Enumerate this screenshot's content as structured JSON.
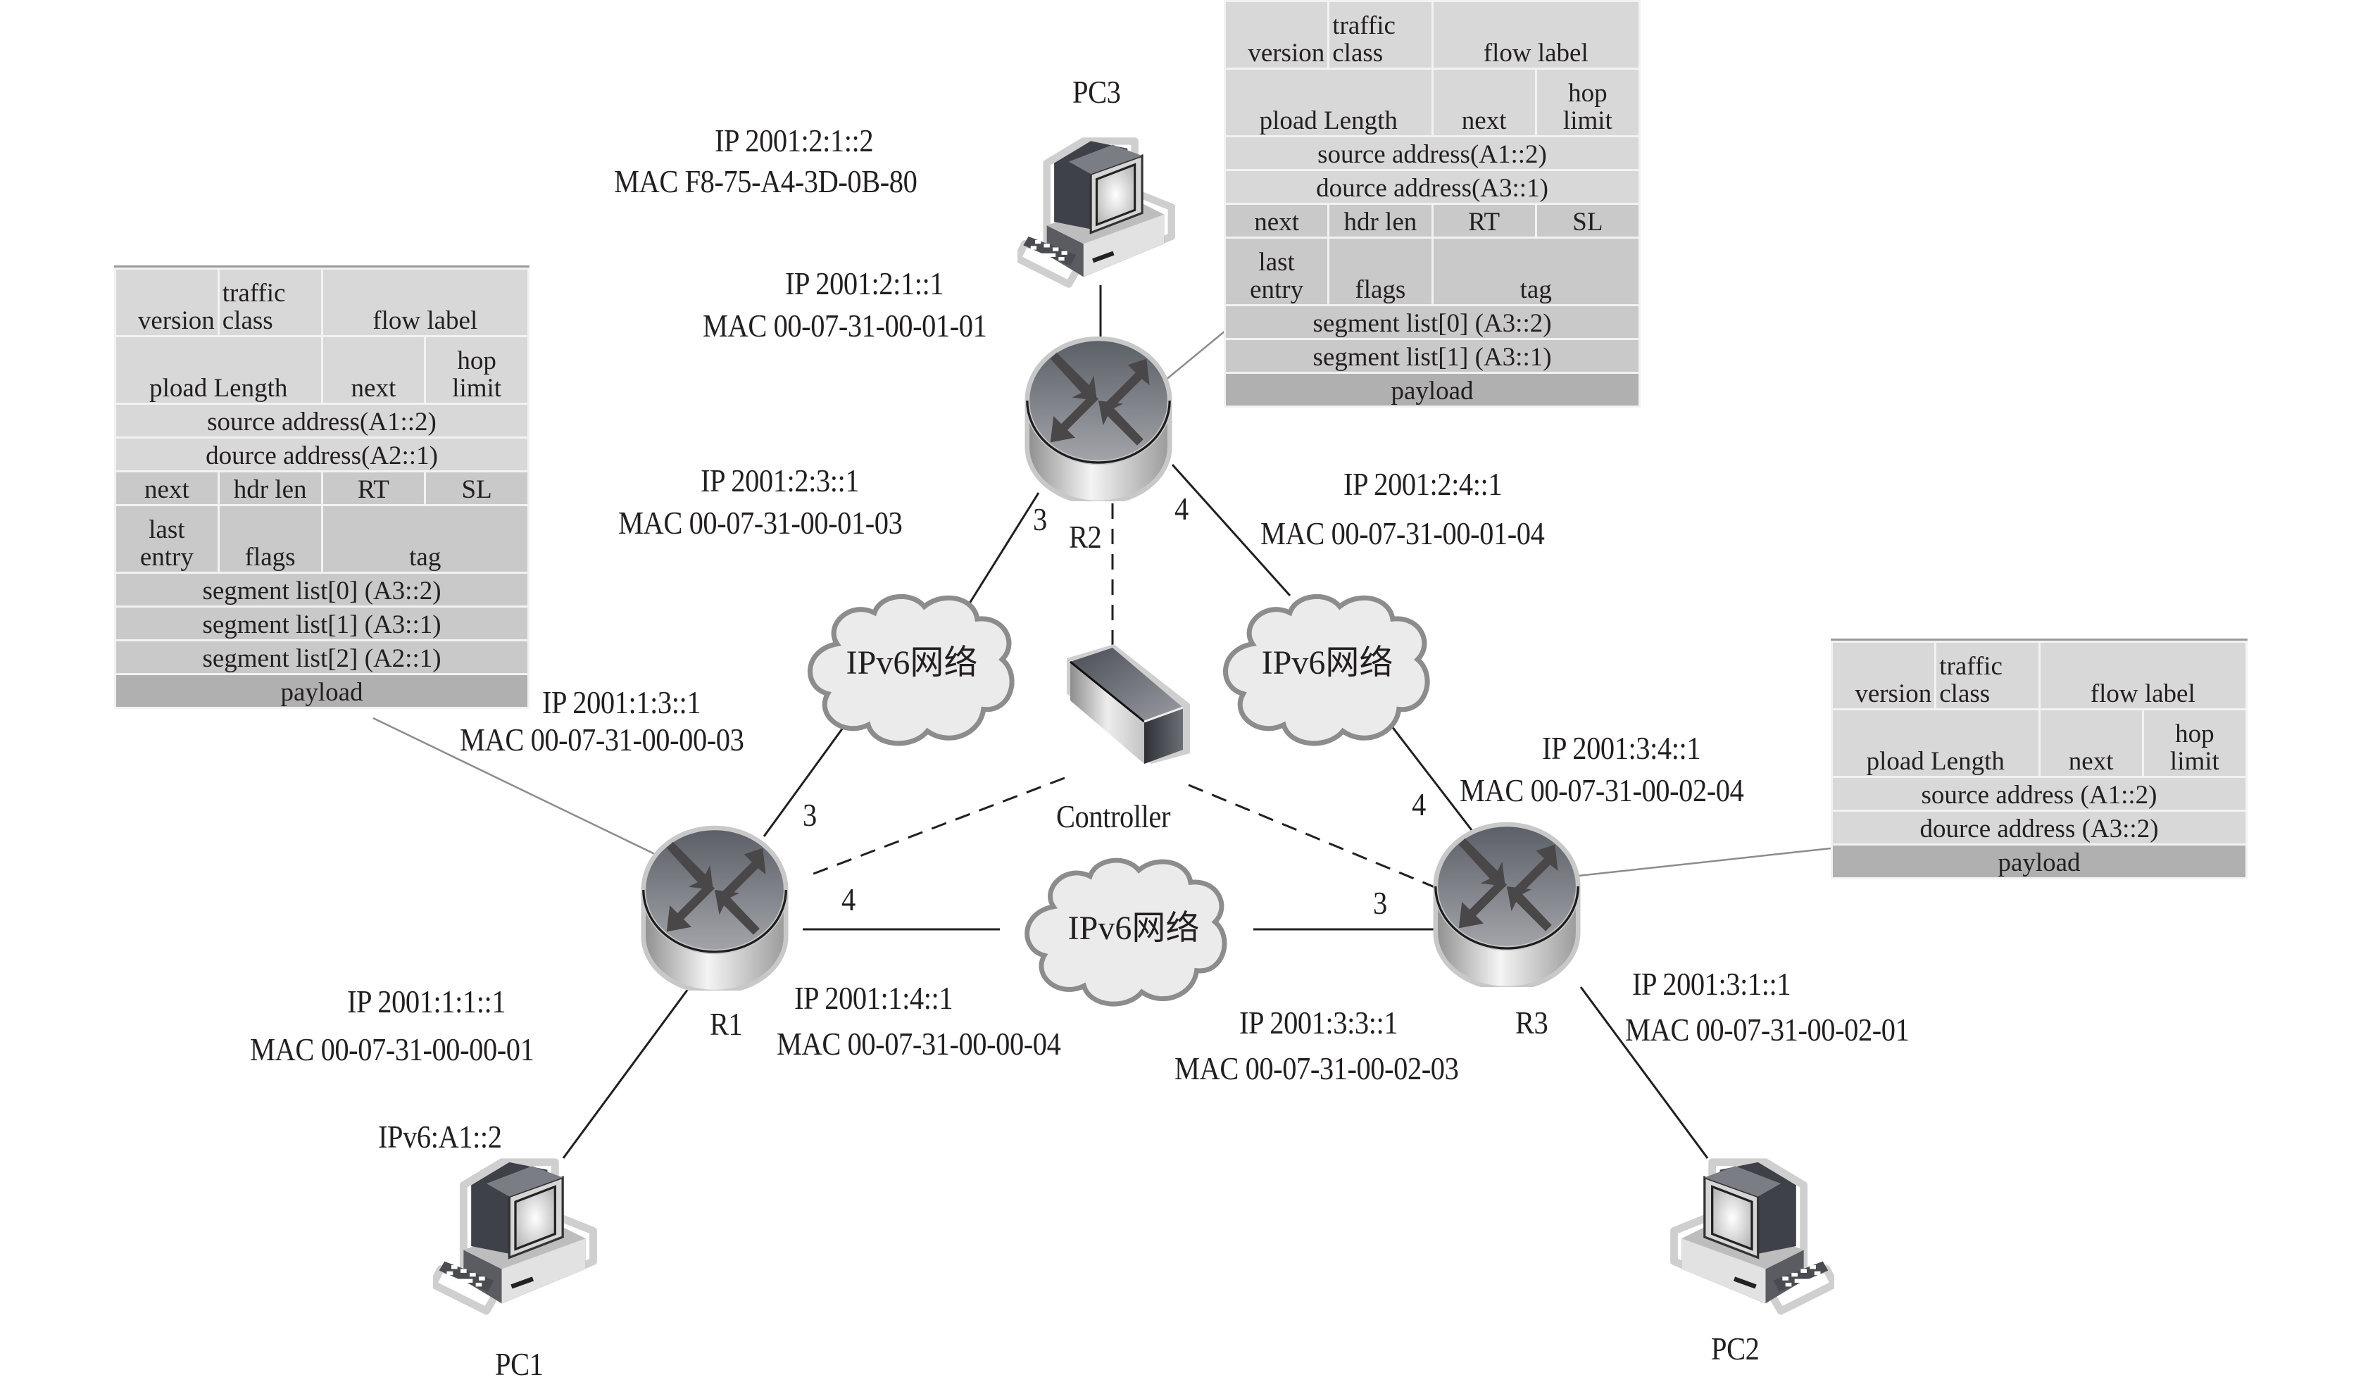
{
  "devices": {
    "r1": {
      "name": "R1"
    },
    "r2": {
      "name": "R2"
    },
    "r3": {
      "name": "R3"
    },
    "controller": {
      "name": "Controller"
    },
    "pc1": {
      "name": "PC1",
      "address": "IPv6:A1::2"
    },
    "pc2": {
      "name": "PC2"
    },
    "pc3": {
      "name": "PC3",
      "ip": "IP 2001:2:1::2",
      "mac": "MAC F8-75-A4-3D-0B-80"
    }
  },
  "networks": [
    {
      "label": "IPv6网络"
    },
    {
      "label": "IPv6网络"
    },
    {
      "label": "IPv6网络"
    }
  ],
  "interfaces": {
    "r2_1": {
      "ip": "IP 2001:2:1::1",
      "mac": "MAC 00-07-31-00-01-01"
    },
    "r2_3": {
      "ip": "IP 2001:2:3::1",
      "mac": "MAC 00-07-31-00-01-03",
      "port": "3"
    },
    "r2_4": {
      "ip": "IP 2001:2:4::1",
      "mac": "MAC 00-07-31-00-01-04",
      "port": "4"
    },
    "r1_3": {
      "ip": "IP 2001:1:3::1",
      "mac": "MAC 00-07-31-00-00-03",
      "port": "3"
    },
    "r1_4": {
      "ip": "IP 2001:1:4::1",
      "mac": "MAC 00-07-31-00-00-04",
      "port": "4"
    },
    "r1_1": {
      "ip": "IP 2001:1:1::1",
      "mac": "MAC 00-07-31-00-00-01"
    },
    "r3_4": {
      "ip": "IP 2001:3:4::1",
      "mac": "MAC 00-07-31-00-02-04",
      "port": "4"
    },
    "r3_3": {
      "ip": "IP 2001:3:3::1",
      "mac": "MAC 00-07-31-00-02-03",
      "port": "3"
    },
    "r3_1": {
      "ip": "IP 2001:3:1::1",
      "mac": "MAC 00-07-31-00-02-01"
    }
  },
  "packets": {
    "r1_packet": {
      "header": {
        "version": "version",
        "traffic_class_1": "traffic",
        "traffic_class_2": "class",
        "flow_label": "flow label",
        "payload_length": "pload Length",
        "next": "next",
        "hop_limit_1": "hop",
        "hop_limit_2": "limit",
        "source": "source address(A1::2)",
        "destination": "dource address(A2::1)"
      },
      "srh": {
        "next": "next",
        "hdr_len": "hdr len",
        "rt": "RT",
        "sl": "SL",
        "last_entry_1": "last",
        "last_entry_2": "entry",
        "flags": "flags",
        "tag": "tag",
        "segments": [
          "segment list[0] (A3::2)",
          "segment list[1] (A3::1)",
          "segment list[2] (A2::1)"
        ]
      },
      "payload": "payload"
    },
    "r2_packet": {
      "header": {
        "version": "version",
        "traffic_class_1": "traffic",
        "traffic_class_2": "class",
        "flow_label": "flow label",
        "payload_length": "pload Length",
        "next": "next",
        "hop_limit_1": "hop",
        "hop_limit_2": "limit",
        "source": "source address(A1::2)",
        "destination": "dource address(A3::1)"
      },
      "srh": {
        "next": "next",
        "hdr_len": "hdr len",
        "rt": "RT",
        "sl": "SL",
        "last_entry_1": "last",
        "last_entry_2": "entry",
        "flags": "flags",
        "tag": "tag",
        "segments": [
          "segment list[0] (A3::2)",
          "segment list[1] (A3::1)"
        ]
      },
      "payload": "payload"
    },
    "r3_packet": {
      "header": {
        "version": "version",
        "traffic_class_1": "traffic",
        "traffic_class_2": "class",
        "flow_label": "flow label",
        "payload_length": "pload Length",
        "next": "next",
        "hop_limit_1": "hop",
        "hop_limit_2": "limit",
        "source": "source address (A1::2)",
        "destination": "dource address (A3::2)"
      },
      "payload": "payload"
    }
  },
  "colors": {
    "header_cell": "#d8d8d8",
    "srh_cell": "#c9c9c9",
    "payload_cell": "#b0b0b0",
    "cloud_fill": "#ebebeb",
    "cloud_stroke": "#8c8c8c",
    "text": "#231f20"
  }
}
